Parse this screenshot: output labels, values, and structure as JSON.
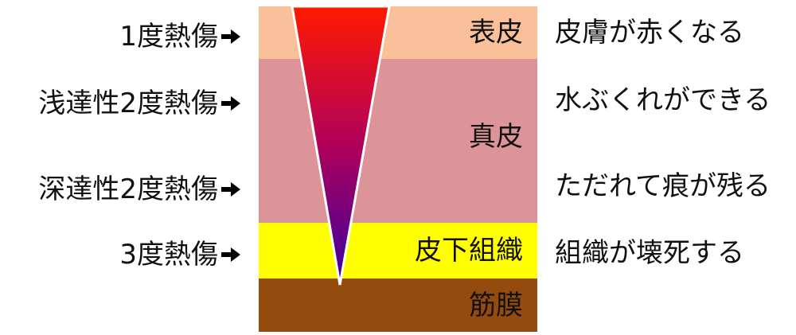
{
  "burn_degrees": [
    {
      "label": "1度熱傷"
    },
    {
      "label": "浅達性2度熱傷"
    },
    {
      "label": "深達性2度熱傷"
    },
    {
      "label": "3度熱傷"
    }
  ],
  "skin_layers": [
    {
      "name": "表皮",
      "color": "#f9c099"
    },
    {
      "name": "真皮",
      "color": "#dc9498"
    },
    {
      "name": "皮下組織",
      "color": "#ffff00"
    },
    {
      "name": "筋膜",
      "color": "#964b0e"
    }
  ],
  "effects": [
    {
      "text": "皮膚が赤くなる"
    },
    {
      "text": "水ぶくれができる"
    },
    {
      "text": "ただれて痕が残る"
    },
    {
      "text": "組織が壊死する"
    }
  ],
  "depth_wedge": {
    "gradient_top": "#ff1a00",
    "gradient_mid": "#b0005a",
    "gradient_bottom": "#3a00a0",
    "outline": "#ffffff"
  }
}
